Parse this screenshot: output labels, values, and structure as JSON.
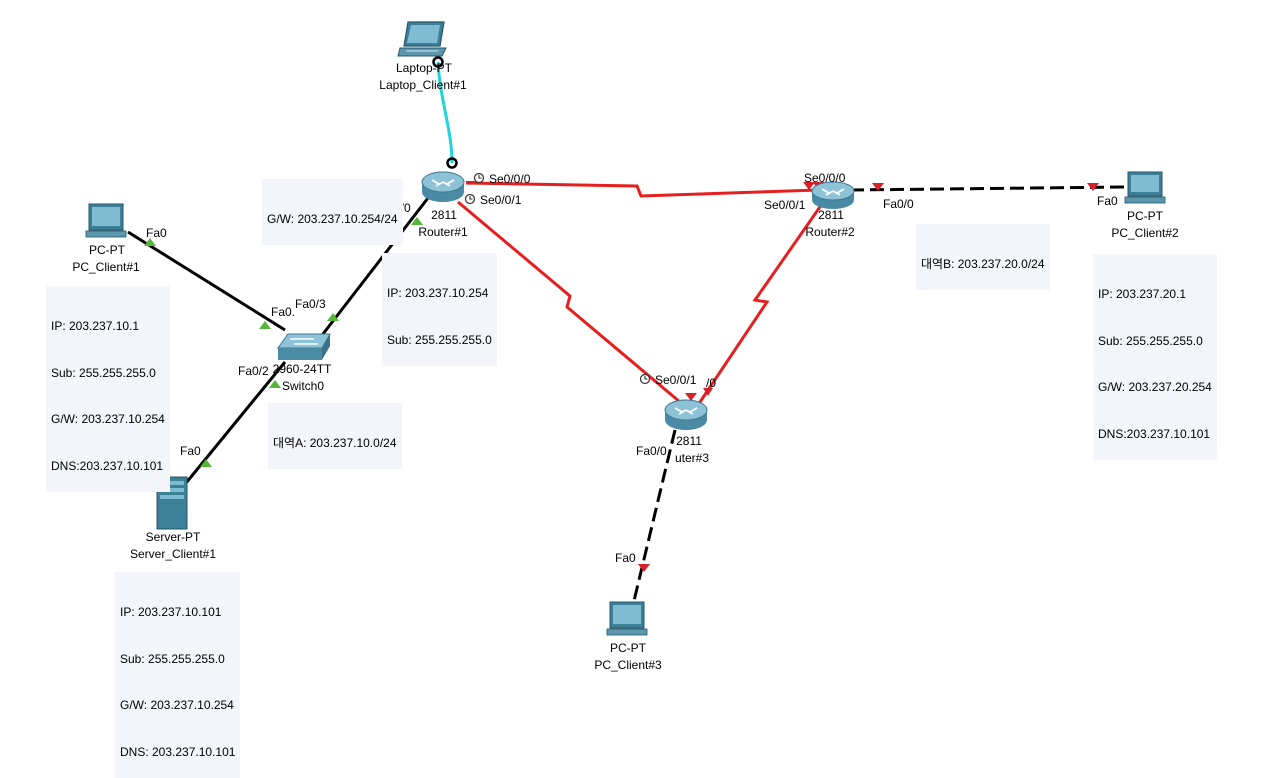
{
  "colors": {
    "ethernet": "#000000",
    "serial": "#e61e1e",
    "console": "#22d3de",
    "link_up": "#56b63a",
    "link_down": "#d8202a",
    "note_bg": "#f3f5fa"
  },
  "devices": {
    "laptop": {
      "model": "Laptop-PT",
      "name": "Laptop_Client#1"
    },
    "router1": {
      "model": "2811",
      "name": "Router#1"
    },
    "router2": {
      "model": "2811",
      "name": "Router#2"
    },
    "router3": {
      "model": "2811",
      "name": "uter#3"
    },
    "switch0": {
      "model": "2960-24TT",
      "name": "Switch0"
    },
    "pc1": {
      "model": "PC-PT",
      "name": "PC_Client#1"
    },
    "pc2": {
      "model": "PC-PT",
      "name": "PC_Client#2"
    },
    "pc3": {
      "model": "PC-PT",
      "name": "PC_Client#3"
    },
    "server1": {
      "model": "Server-PT",
      "name": "Server_Client#1"
    }
  },
  "ports": {
    "r1_se000": "Se0/0/0",
    "r1_se001": "Se0/0/1",
    "r1_fa00": "Fa0/0",
    "r2_se000": "Se0/0/0",
    "r2_se001": "Se0/0/1",
    "r2_fa00": "Fa0/0",
    "r3_se001": "Se0/0/1",
    "r3_se_other": "/0",
    "r3_fa00": "Fa0/0",
    "sw_fa01": "Fa0.",
    "sw_fa03": "Fa0/3",
    "sw_fa02": "Fa0/2",
    "pc1_fa0": "Fa0",
    "pc2_fa0": "Fa0",
    "pc3_fa0": "Fa0",
    "server_fa0": "Fa0"
  },
  "notes": {
    "r1_gw": "G/W: 203.237.10.254/24",
    "r1_ip": [
      "IP: 203.237.10.254",
      "Sub: 255.255.255.0"
    ],
    "pc1": [
      "IP: 203.237.10.1",
      "Sub: 255.255.255.0",
      "G/W: 203.237.10.254",
      "DNS:203.237.10.101"
    ],
    "server": [
      "IP: 203.237.10.101",
      "Sub: 255.255.255.0",
      "G/W: 203.237.10.254",
      "DNS: 203.237.10.101"
    ],
    "pc2": [
      "IP: 203.237.20.1",
      "Sub: 255.255.255.0",
      "G/W: 203.237.20.254",
      "DNS:203.237.10.101"
    ],
    "band_a": "대역A: 203.237.10.0/24",
    "band_b": "대역B: 203.237.20.0/24"
  }
}
